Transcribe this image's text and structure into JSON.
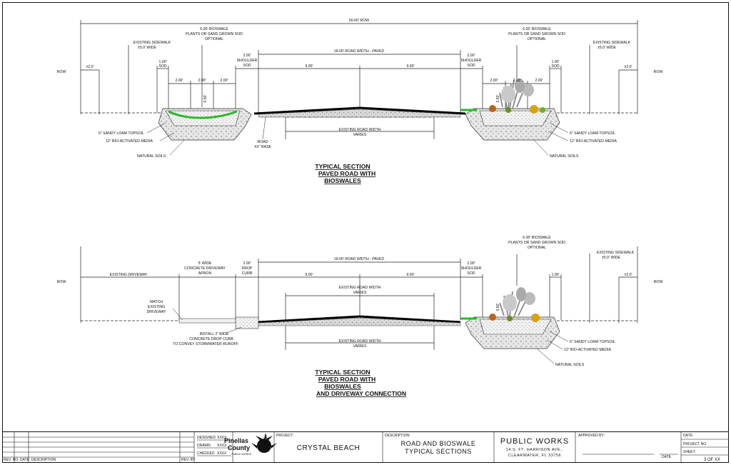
{
  "sections": [
    {
      "title": [
        "TYPICAL SECTION",
        "PAVED ROAD WITH",
        "BIOSWALES"
      ],
      "labels": {
        "row_total": "50.00' ROW",
        "row": "ROW",
        "offset": "±2.0'",
        "existing_sidewalk": [
          "EXISTING SIDEWALK",
          "±5.0' WIDE"
        ],
        "bioswale": [
          "6.00' BIOSWALE",
          "PLANTS OR SAND GROWN SOD",
          "OPTIONAL"
        ],
        "sod": [
          "1.00'",
          "SOD"
        ],
        "shoulder": [
          "2.00'",
          "SHOULDER",
          "SOD"
        ],
        "road_width": "18.00' ROAD WIDTH - PAVED",
        "half_width": "9.00'",
        "dim_200": "2.00'",
        "dim_050": "0.50'",
        "existing_road": [
          "EXISTING ROAD WIDTH",
          "VARIES"
        ],
        "road_base": [
          "ROAD",
          "XX\" BASE"
        ],
        "topsoil": "6\" SANDY LOAM TOPSOIL",
        "media": "12\" BIO-ACTIVATED MEDIA",
        "natural_soils": "NATURAL SOILS"
      }
    },
    {
      "title": [
        "TYPICAL SECTION",
        "PAVED ROAD WITH",
        "BIOSWALES",
        "AND DRIVEWAY CONNECTION"
      ],
      "labels": {
        "existing_driveway": "EXISTING DRIVEWAY",
        "apron": [
          "5' WIDE",
          "CONCRETE DRIVEWAY",
          "APRON"
        ],
        "drop_curb": [
          "2.00'",
          "DROP",
          "CURB"
        ],
        "match": [
          "MATCH",
          "EXISTING",
          "DRIVEWAY"
        ],
        "install_curb": [
          "INSTALL 2' WIDE",
          "CONCRETE DROP CURB",
          "TO CONVEY STORMWATER RUNOFF"
        ],
        "sod_right": "1.00'"
      }
    }
  ],
  "title_block": {
    "rev_headers": [
      "REV. NO.",
      "DATE",
      "DESCRIPTION",
      "REV. BY"
    ],
    "designed": "DESIGNED",
    "drawn": "DRAWN",
    "checked": "CHECKED",
    "initials": "XXXX",
    "logo_text": [
      "Pinellas",
      "County"
    ],
    "logo_sub": "PUBLIC WORKS",
    "project_label": "PROJECT:",
    "project": "CRYSTAL BEACH",
    "description_label": "DESCRIPTION:",
    "description": [
      "ROAD AND BIOSWALE",
      "TYPICAL SECTIONS"
    ],
    "dept": "PUBLIC WORKS",
    "address": [
      "14 S. FT. HARRISON AVE.,",
      "CLEARWATER, FL 33756"
    ],
    "approved_label": "APPROVED BY:",
    "date_label": "DATE",
    "date_field": "DATE:",
    "project_no": "PROJECT NO.",
    "sheet_label": "SHEET:",
    "sheet": "3 OF XX"
  }
}
